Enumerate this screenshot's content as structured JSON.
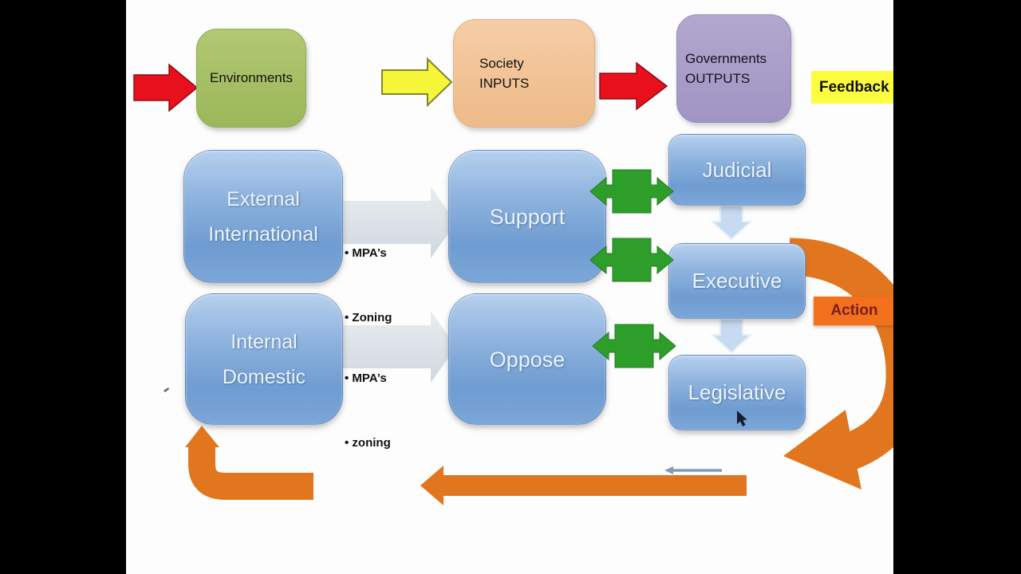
{
  "top_row": {
    "environments_label": "Environments",
    "society_line1": "Society",
    "society_line2": "INPUTS",
    "governments_line1": "Governments",
    "governments_line2": "OUTPUTS",
    "feedback_label": "Feedback"
  },
  "inputs_column": {
    "external_line1": "External",
    "external_line2": "International",
    "external_bullets": {
      "item1": "• MPA’s",
      "item2": "• Zoning"
    },
    "support_label": "Support",
    "internal_line1": "Internal",
    "internal_line2": "Domestic",
    "internal_bullets": {
      "item1": "• MPA’s",
      "item2": "• zoning"
    },
    "oppose_label": "Oppose"
  },
  "government_column": {
    "judicial_label": "Judicial",
    "executive_label": "Executive",
    "legislative_label": "Legislative",
    "action_label": "Action"
  },
  "colors": {
    "letterbox": "#000000",
    "box_blue_top": "#b6d0ee",
    "box_blue_bottom": "#6f9cd1",
    "box_green": "#a9c163",
    "box_orange": "#f1c396",
    "box_purple": "#a99ec9",
    "arrow_red": "#e8101c",
    "arrow_yellow": "#f7f73a",
    "arrow_green": "#2e9e2a",
    "arrow_gray": "#dde2e8",
    "arrow_lightblue": "#c6daf2",
    "arrow_orange": "#e2761f",
    "feedback_bg": "#fdfd3f",
    "action_bg": "#f3701d",
    "action_text": "#7a1f1f"
  }
}
